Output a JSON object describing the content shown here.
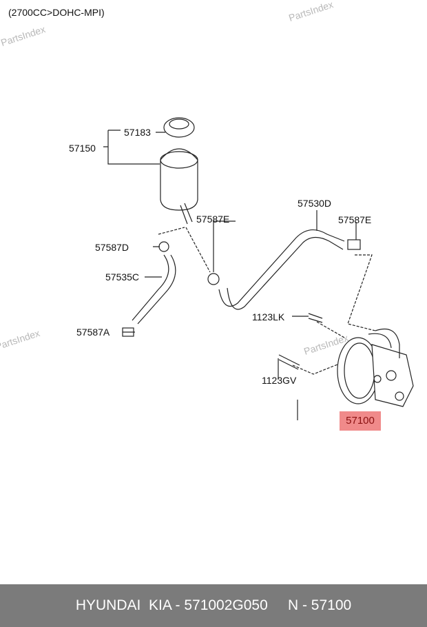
{
  "header": {
    "title": "(2700CC>DOHC-MPI)"
  },
  "watermark": "PartsIndex",
  "labels": {
    "l57183": "57183",
    "l57150": "57150",
    "l57587E_1": "57587E",
    "l57587D": "57587D",
    "l57535C": "57535C",
    "l57587A": "57587A",
    "l57530D": "57530D",
    "l57587E_2": "57587E",
    "l1123LK": "1123LK",
    "l1123GV": "1123GV"
  },
  "highlight": {
    "part": "57100",
    "color": "#f08a8a"
  },
  "footer": {
    "text": "HYUNDAI  KIA - 571002G050     N - 57100"
  }
}
